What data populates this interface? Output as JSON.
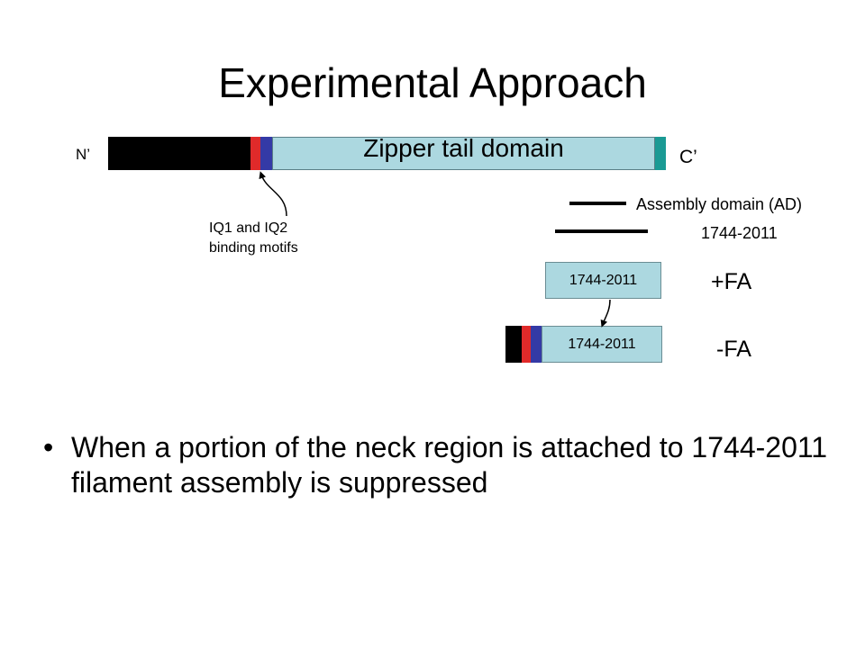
{
  "title": "Experimental Approach",
  "protein_diagram": {
    "n_terminus_label": "N’",
    "c_terminus_label": "C’",
    "domain_label": "Zipper tail domain",
    "iq_motif_label_line1": "IQ1 and IQ2",
    "iq_motif_label_line2": "binding motifs"
  },
  "constructs": {
    "assembly_domain_label": "Assembly domain (AD)",
    "range_label": "1744-2011",
    "box_top_label": "1744-2011",
    "box_bottom_label": "1744-2011",
    "plus_fa_label": "+FA",
    "minus_fa_label": "-FA"
  },
  "bullet": {
    "symbol": "•",
    "text": "When a portion of the neck region is attached to 1744-2011 filament assembly is suppressed"
  },
  "colors": {
    "neck_black": "#000000",
    "iq1_red": "#e02a2a",
    "iq2_blue": "#343aa6",
    "tail_light_blue": "#acd8e0",
    "c_term_teal": "#1a9a94"
  }
}
